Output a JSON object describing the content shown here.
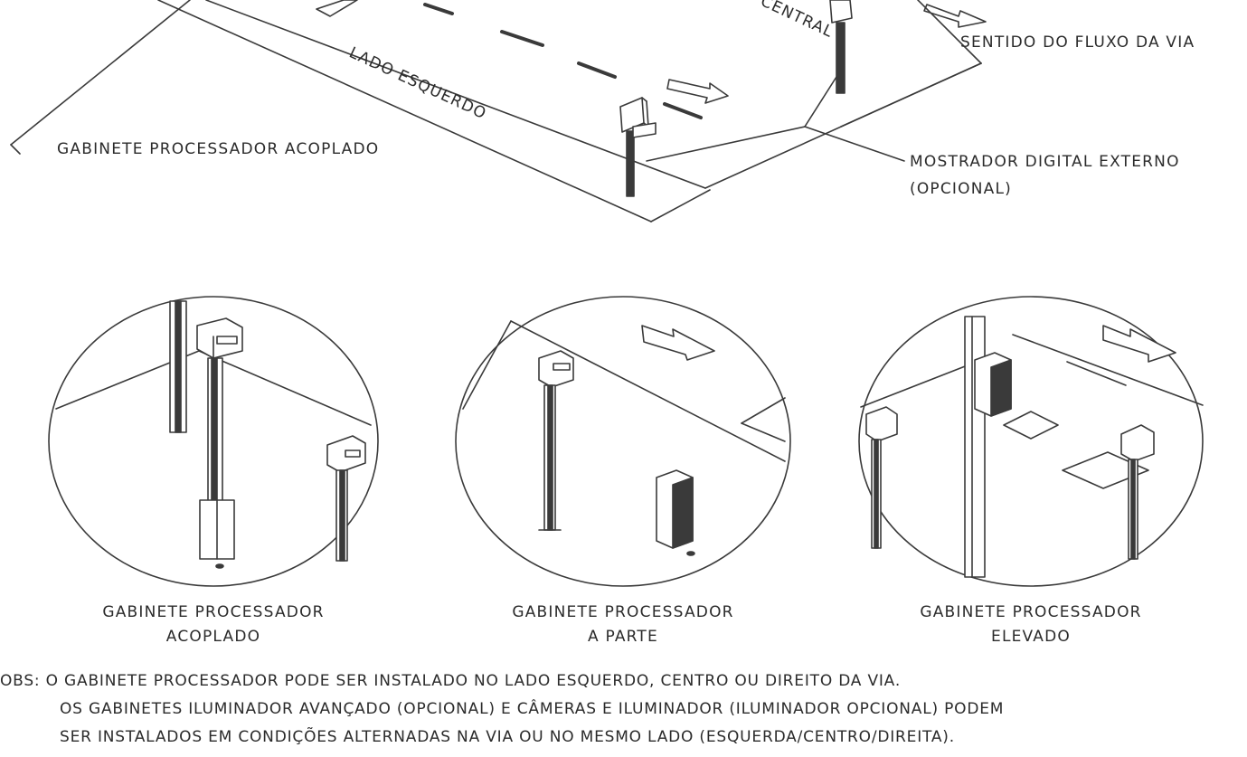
{
  "top_view": {
    "lado_esquerdo": "LADO ESQUERDO",
    "central": "CENTRAL",
    "sentido": "SENTIDO DO FLUXO DA VIA",
    "gabinete_acoplado": "GABINETE PROCESSADOR ACOPLADO",
    "mostrador_line1": "MOSTRADOR DIGITAL EXTERNO",
    "mostrador_line2": "(OPCIONAL)"
  },
  "details": [
    {
      "line1": "GABINETE PROCESSADOR",
      "line2": "ACOPLADO"
    },
    {
      "line1": "GABINETE PROCESSADOR",
      "line2": "A PARTE"
    },
    {
      "line1": "GABINETE PROCESSADOR",
      "line2": "ELEVADO"
    }
  ],
  "notes": {
    "line1": "OBS: O GABINETE PROCESSADOR PODE SER INSTALADO NO LADO ESQUERDO, CENTRO OU DIREITO DA VIA.",
    "line2": "OS GABINETES ILUMINADOR AVANÇADO (OPCIONAL) E CÂMERAS E ILUMINADOR (ILUMINADOR OPCIONAL) PODEM",
    "line3": "SER INSTALADOS EM CONDIÇÕES ALTERNADAS NA VIA OU NO MESMO LADO (ESQUERDA/CENTRO/DIREITA)."
  }
}
